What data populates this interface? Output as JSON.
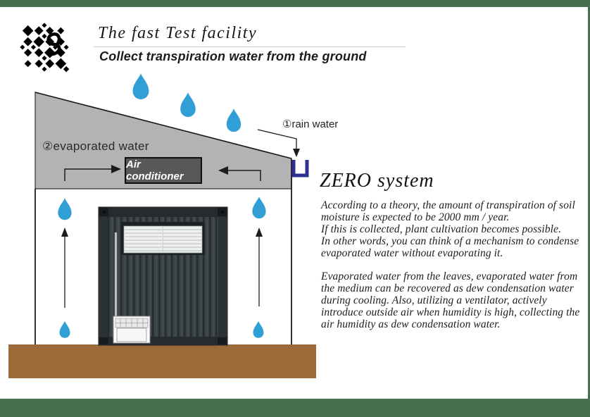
{
  "header": {
    "title": "The fast Test facility",
    "subtitle": "Collect transpiration water from the ground"
  },
  "diagram": {
    "labels": {
      "rain_water": "①rain water",
      "evaporated_water": "②evaporated water",
      "air_conditioner": "Air conditioner"
    },
    "colors": {
      "frame_green": "#47714e",
      "droplet_blue": "#2f9fd6",
      "roof_gray": "#b3b3b3",
      "gutter_navy": "#2e3192",
      "ground_brown": "#9c6a38",
      "ac_box_gray": "#57585a",
      "container_dark": "#343b3e"
    }
  },
  "panel": {
    "heading": "ZERO system",
    "paragraphs": [
      "According to a theory, the amount of transpiration of soil moisture is expected to be 2000 mm / year.\nIf this is collected, plant cultivation becomes possible.\nIn other words, you can think of a mechanism to condense evaporated water without evaporating it.",
      "Evaporated water from the leaves, evaporated water from the medium can be recovered as dew condensation water during cooling. Also, utilizing a ventilator, actively introduce outside air when humidity is high, collecting the air humidity as dew condensation water."
    ]
  }
}
